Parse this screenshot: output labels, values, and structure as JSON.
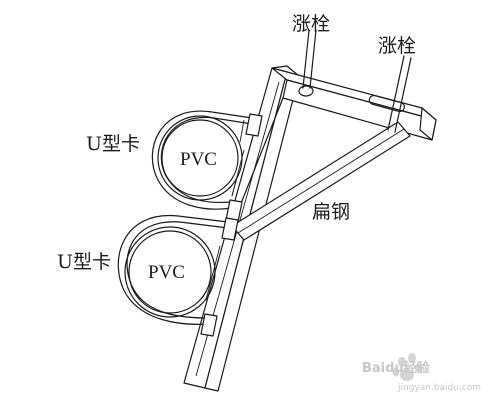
{
  "labels": {
    "bolt_top": "涨栓",
    "bolt_right": "涨栓",
    "flat_steel": "扁钢",
    "clamp_upper": "U型卡",
    "clamp_lower": "U型卡",
    "pipe_upper": "PVC",
    "pipe_lower": "PVC"
  },
  "watermark": {
    "text": "Baidu经验",
    "url": "jingyan.baidu.com"
  }
}
